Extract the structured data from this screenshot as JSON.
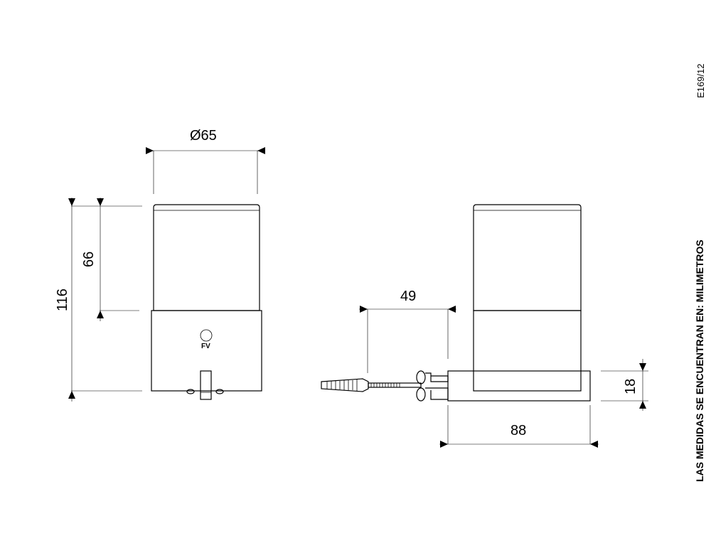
{
  "drawing_code": "E169/12",
  "units_note": "LAS MEDIDAS SE ENCUENTRAN EN: MILIMETROS",
  "dimensions": {
    "diameter": "Ø65",
    "total_height": "116",
    "glass_height": "66",
    "projection": "49",
    "plate_height": "18",
    "plate_width": "88"
  },
  "logo_text": "FV"
}
